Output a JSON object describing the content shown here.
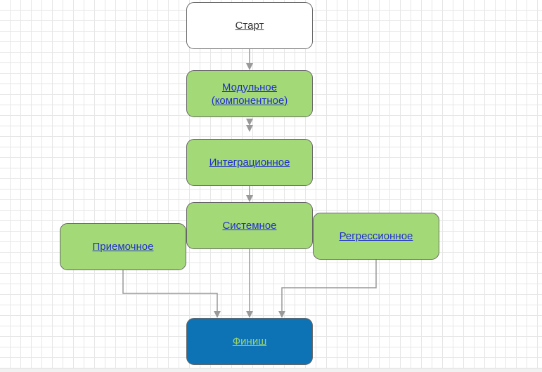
{
  "nodes": {
    "start": {
      "label": "Старт"
    },
    "unit": {
      "label": "Модульное\n(компонентное)"
    },
    "integration": {
      "label": "Интеграционное"
    },
    "system": {
      "label": "Системное"
    },
    "acceptance": {
      "label": "Приемочное"
    },
    "regression": {
      "label": "Регрессионное"
    },
    "finish": {
      "label": "Финиш"
    }
  },
  "colors": {
    "stage_fill": "#a4d978",
    "finish_fill": "#0e73b5",
    "link_text": "#1f2fd0",
    "connector": "#999999"
  }
}
